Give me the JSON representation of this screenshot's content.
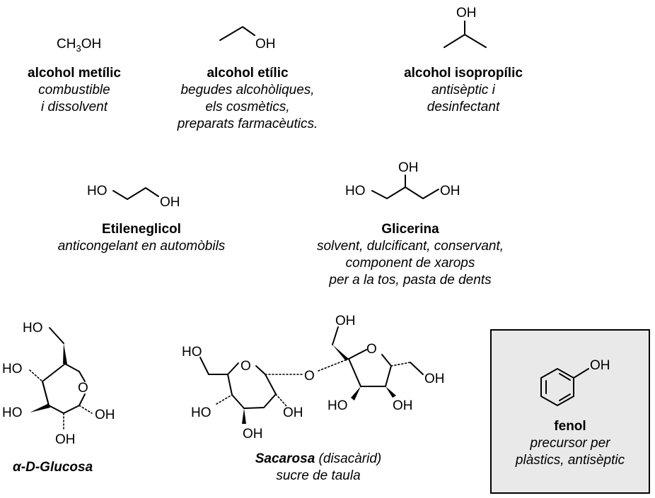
{
  "methanol": {
    "formula_main": "CH",
    "formula_sub": "3",
    "formula_tail": "OH",
    "name": "alcohol metílic",
    "use": [
      "combustible",
      "i dissolvent"
    ]
  },
  "ethanol": {
    "oh": "OH",
    "name": "alcohol etílic",
    "use": [
      "begudes alcohòliques,",
      "els cosmètics,",
      "preparats farmacèutics."
    ]
  },
  "isopropanol": {
    "oh": "OH",
    "name": "alcohol isopropílic",
    "use": [
      "antisèptic i",
      "desinfectant"
    ]
  },
  "ethylene_glycol": {
    "ho": "HO",
    "oh": "OH",
    "name": "Etileneglicol",
    "use": [
      "anticongelant en automòbils"
    ]
  },
  "glycerin": {
    "ho": "HO",
    "oh_top": "OH",
    "oh_right": "OH",
    "name": "Glicerina",
    "use": [
      "solvent, dulcificant, conservant,",
      "component de xarops",
      "per a la tos, pasta de dents"
    ]
  },
  "glucose": {
    "ho_top": "HO",
    "ho_left1": "HO",
    "ho_left2": "HO",
    "ring_o": "O",
    "oh_right": "OH",
    "oh_bottom": "OH",
    "name_alpha": "α",
    "name_rest": "-D-Glucosa"
  },
  "sucrose": {
    "ho_left": "HO",
    "ring_o": "O",
    "ho_bottom_left": "HO",
    "oh_bottom1": "OH",
    "oh_bottom2": "OH",
    "bridge_o": "O",
    "oh_top": "OH",
    "furan_o": "O",
    "oh_right": "OH",
    "ho_furan": "HO",
    "oh_furan": "OH",
    "name": "Sacarosa",
    "name_paren": "(disacàrid)",
    "use": [
      "sucre de taula"
    ]
  },
  "phenol": {
    "oh": "OH",
    "name": "fenol",
    "use": [
      "precursor per",
      "plàstics, antisèptic"
    ]
  }
}
